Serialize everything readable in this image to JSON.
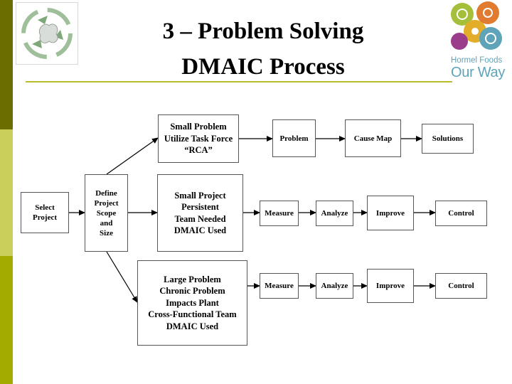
{
  "title": {
    "line1": "3 – Problem Solving",
    "line2": "DMAIC Process"
  },
  "brand": {
    "name_line1": "Hormel Foods",
    "name_line2": "Our Way"
  },
  "diagram": {
    "select_project": "Select\nProject",
    "define_project": "Define\nProject\nScope\nand\nSize",
    "top_branch": {
      "label": "Small Problem\nUtilize Task Force\n“RCA”",
      "steps": [
        "Problem",
        "Cause Map",
        "Solutions"
      ]
    },
    "middle_branch": {
      "label": "Small Project\nPersistent\nTeam Needed\nDMAIC Used",
      "steps": [
        "Measure",
        "Analyze",
        "Improve",
        "Control"
      ]
    },
    "bottom_branch": {
      "label": "Large Problem\nChronic Problem\nImpacts Plant\nCross-Functional Team\nDMAIC Used",
      "steps": [
        "Measure",
        "Analyze",
        "Improve",
        "Control"
      ]
    }
  },
  "colors": {
    "sidebar_dark": "#6b6d00",
    "sidebar_light": "#c9cf5a",
    "sidebar_mid": "#a4ab00",
    "accent_rule": "#b8bd2f",
    "brand_text": "#5fa3b8"
  }
}
